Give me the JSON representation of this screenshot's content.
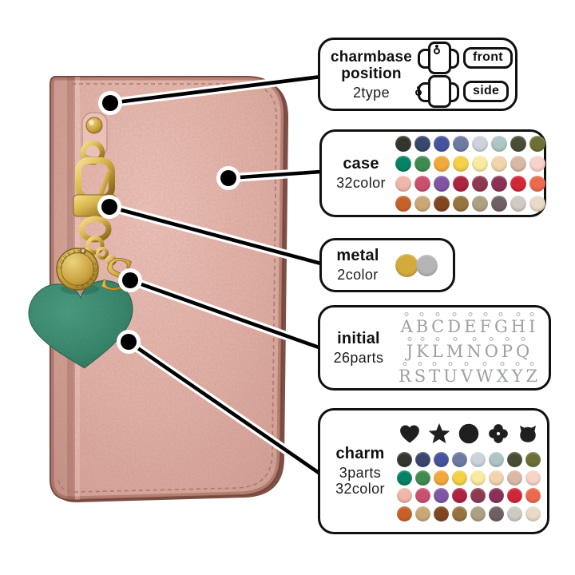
{
  "product": {
    "disc_engraving": "COVEARY · COVEARY ·",
    "initial_letter": "S"
  },
  "colors": {
    "case_pink": "#e3b4ab",
    "heart_green": "#27856a",
    "gold": "#c9a23e",
    "palette32": [
      "#33362e",
      "#39466e",
      "#46549e",
      "#6d7ba3",
      "#ccd3dc",
      "#aec6c3",
      "#4a4d35",
      "#6d7036",
      "#068264",
      "#3f8b4f",
      "#f2a93b",
      "#f5cf46",
      "#f8eb9f",
      "#f2d5ae",
      "#d9b9a6",
      "#f7d3c9",
      "#efb7a9",
      "#c9506f",
      "#8055a5",
      "#ab2440",
      "#8f3a52",
      "#8a3157",
      "#d22737",
      "#ed6a4e",
      "#c66229",
      "#c9a876",
      "#80471f",
      "#97743f",
      "#ada083",
      "#6e6163",
      "#d0cbc2",
      "#eadbc8"
    ],
    "metal": [
      "#d3ab3c",
      "#b5b5b5"
    ]
  },
  "panels": {
    "charmbase": {
      "title": "charmbase position",
      "subtitle": "2type",
      "options": [
        {
          "label": "front"
        },
        {
          "label": "side"
        }
      ]
    },
    "case": {
      "title": "case",
      "subtitle": "32color"
    },
    "metal": {
      "title": "metal",
      "subtitle": "2color"
    },
    "initial": {
      "title": "initial",
      "subtitle": "26parts",
      "rows": [
        "ABCDEFGHI",
        "JKLMNOPQ",
        "RSTUVWXYZ"
      ]
    },
    "charm": {
      "title": "charm",
      "subtitle1": "3parts",
      "subtitle2": "32color",
      "shapes": [
        "heart",
        "star",
        "circle",
        "flower",
        "cat"
      ]
    }
  }
}
